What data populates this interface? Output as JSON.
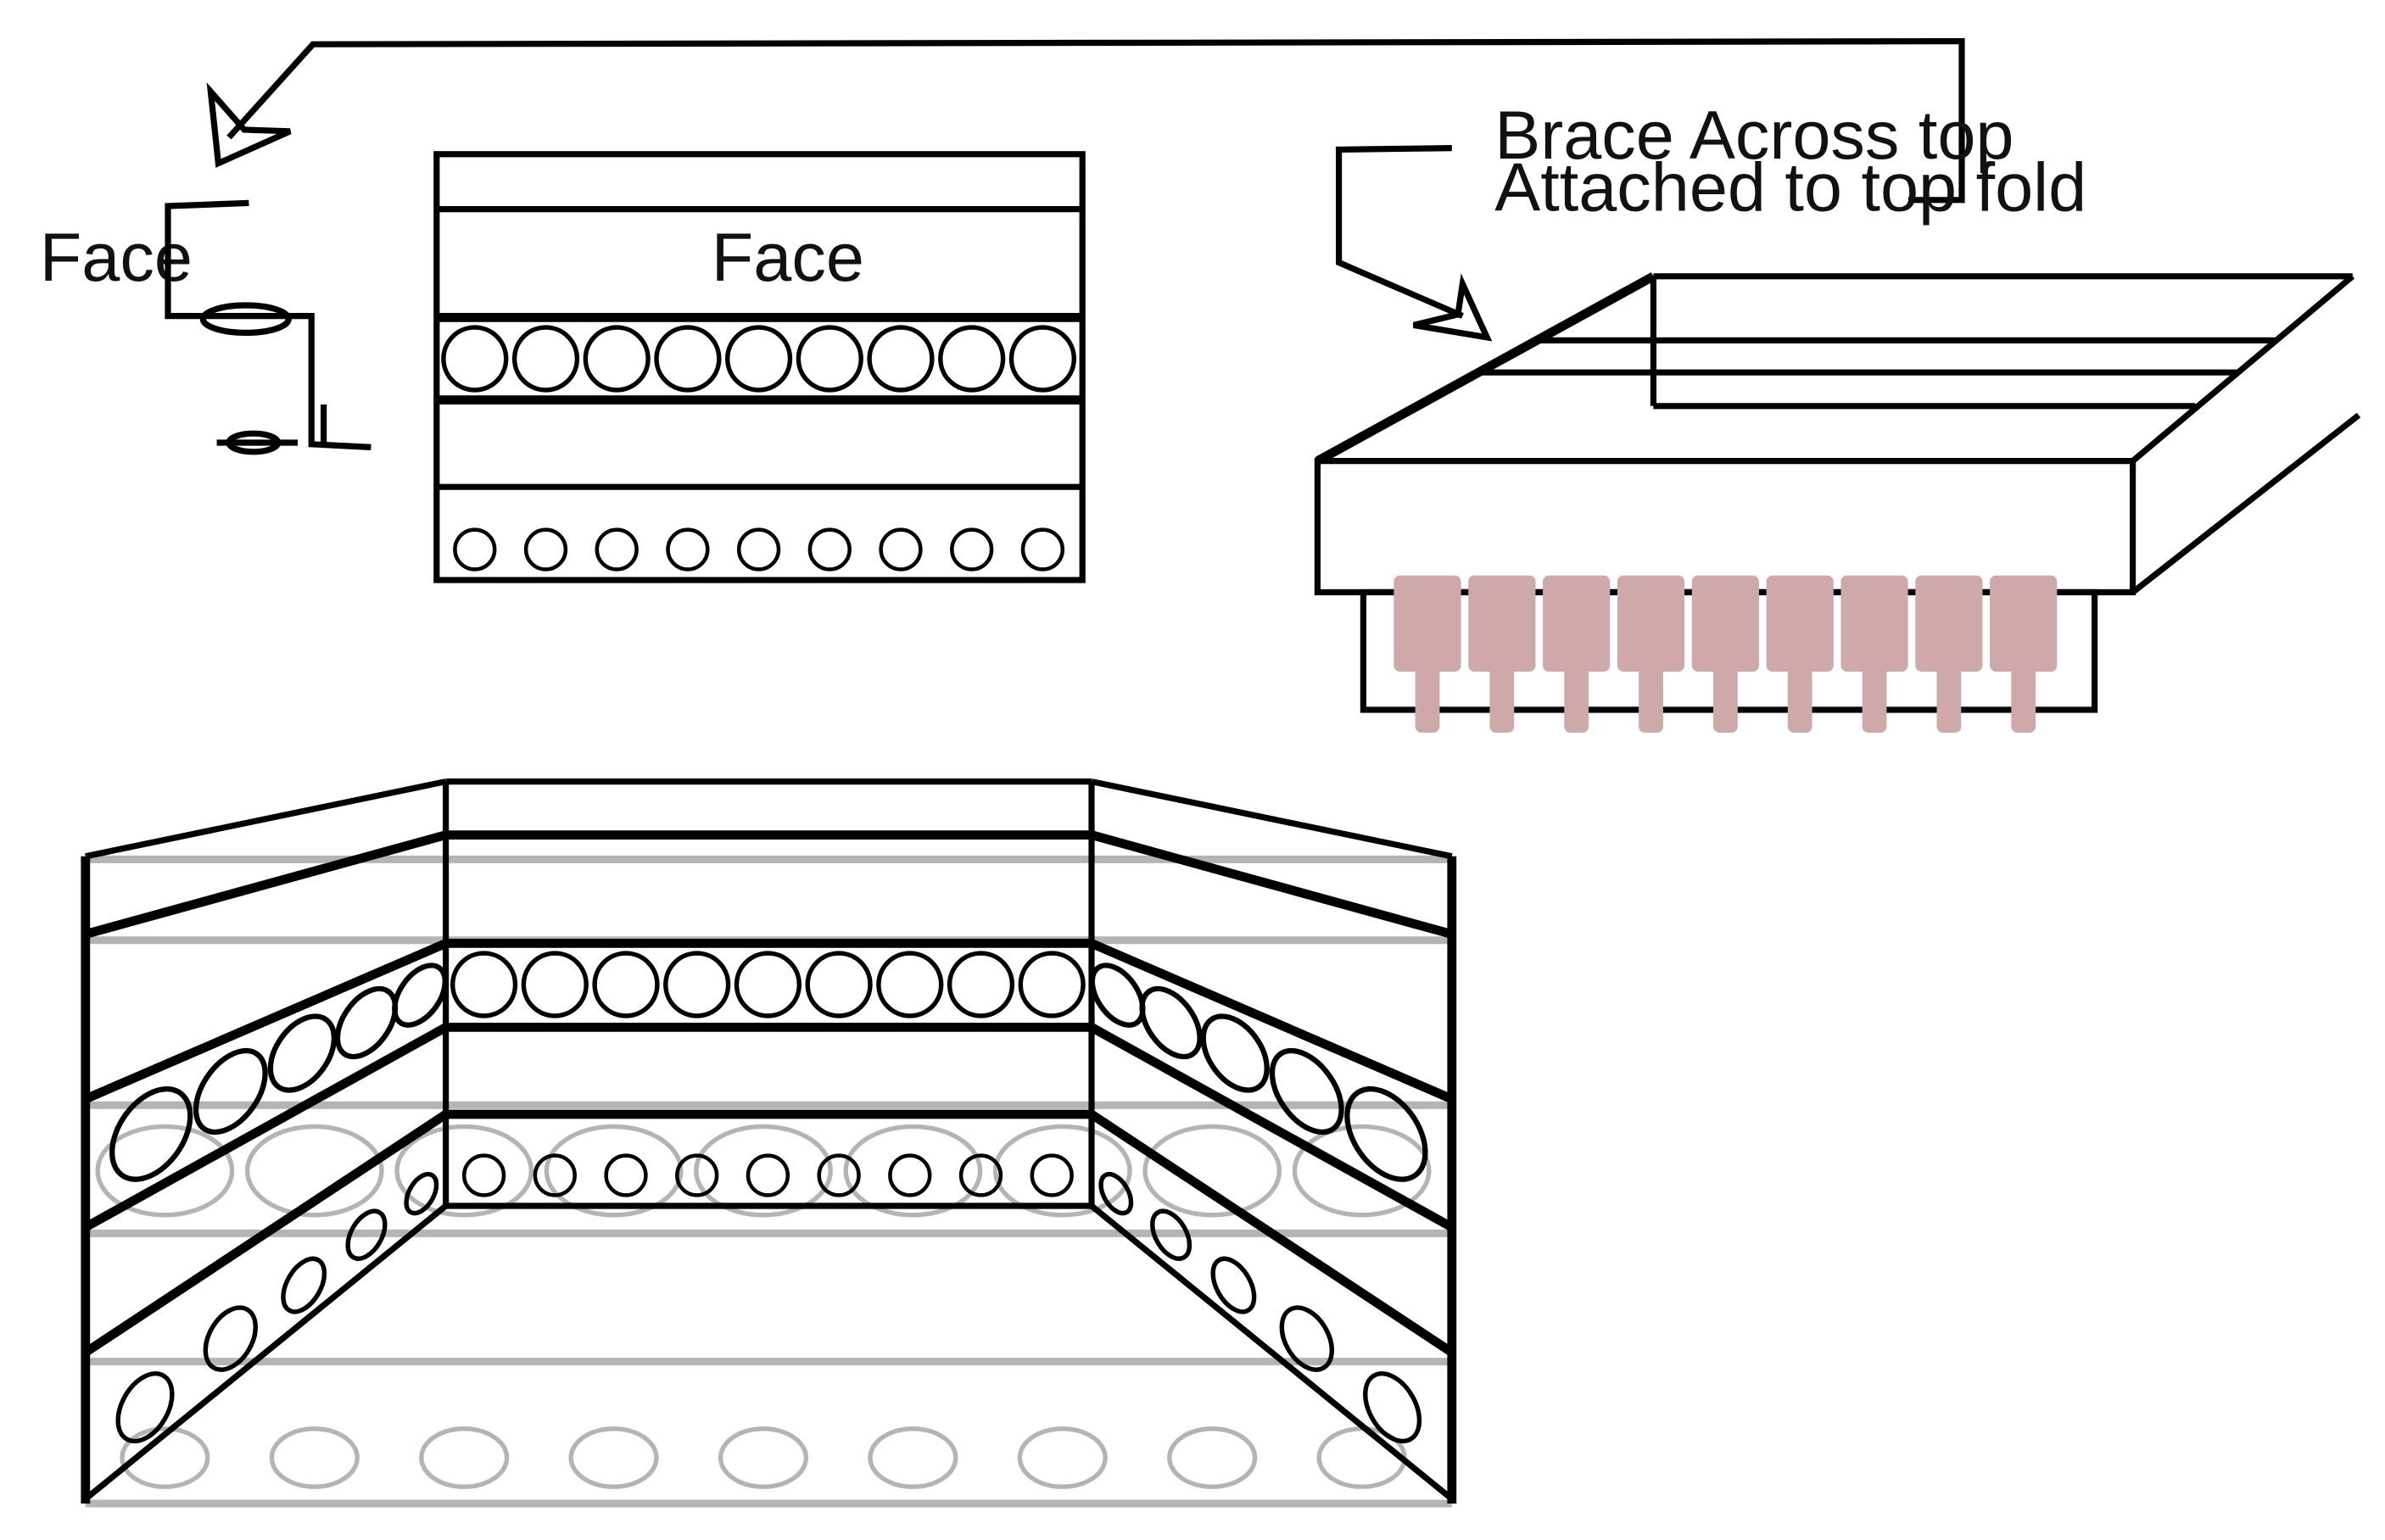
{
  "labels": {
    "side_face": "Face",
    "front_face": "Face",
    "brace_line1": "Brace Across top",
    "brace_line2": "Attached to top fold"
  },
  "colors": {
    "ink": "#000000",
    "ghost": "#b4b4b4",
    "bottle": "#cfa9a9"
  }
}
